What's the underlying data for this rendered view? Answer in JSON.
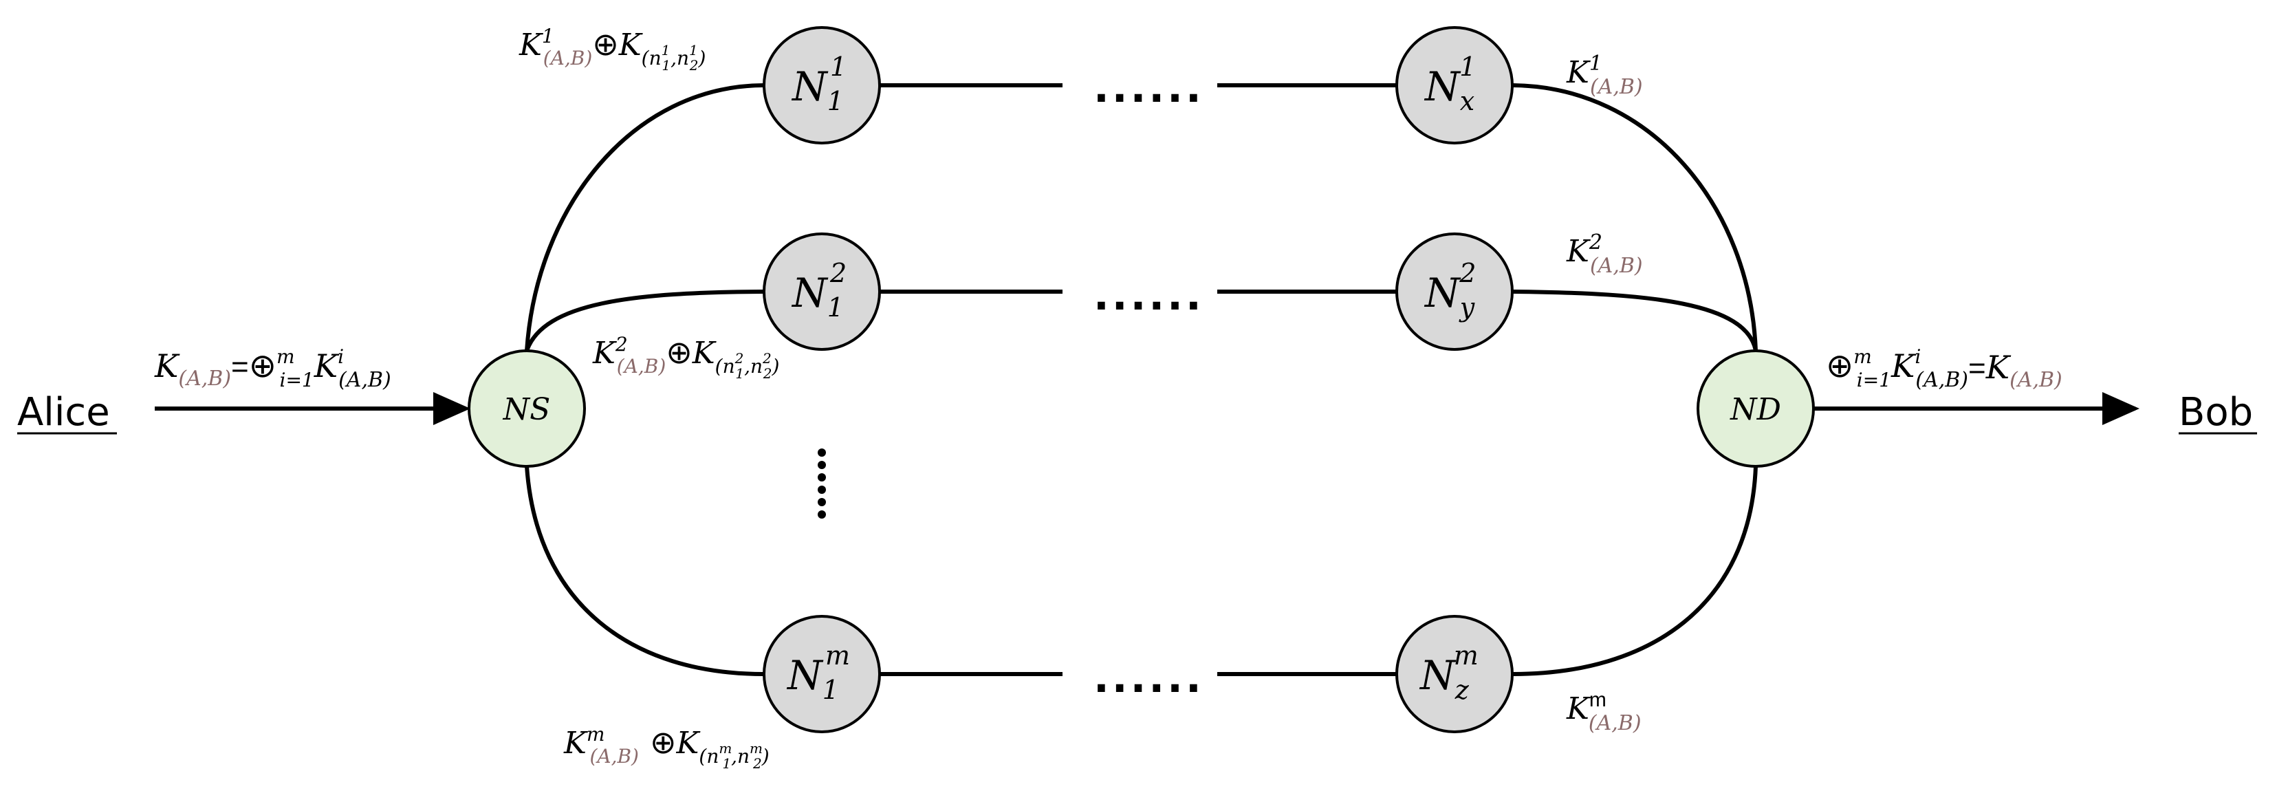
{
  "endpoints": {
    "source": "Alice",
    "destination": "Bob"
  },
  "nodes": {
    "ns": "NS",
    "nd": "ND",
    "n1_1": {
      "base": "N",
      "sup": "1",
      "sub": "1"
    },
    "n1_2": {
      "base": "N",
      "sup": "2",
      "sub": "1"
    },
    "n1_m": {
      "base": "N",
      "sup": "m",
      "sub": "1"
    },
    "nx_1": {
      "base": "N",
      "sup": "1",
      "sub": "x"
    },
    "ny_2": {
      "base": "N",
      "sup": "2",
      "sub": "y"
    },
    "nz_m": {
      "base": "N",
      "sup": "m",
      "sub": "z"
    }
  },
  "ellipsis": {
    "horizontal": "......",
    "vertical": "⋮"
  },
  "labels": {
    "source_key": {
      "k": "K",
      "k_sub": "(A,B)",
      "eq": "=",
      "xor": "⊕",
      "xor_sup": "m",
      "xor_sub": "i=1",
      "ki": "K",
      "ki_sup": "i",
      "ki_sub": "(A,B)"
    },
    "dest_key": {
      "xor": "⊕",
      "xor_sup": "m",
      "xor_sub": "i=1",
      "ki": "K",
      "ki_sup": "i",
      "ki_sub": "(A,B)",
      "eq": "=",
      "k": "K",
      "k_sub": "(A,B)"
    },
    "path1_left": {
      "k": "K",
      "k_sup": "1",
      "k_sub": "(A,B)",
      "xor": "⊕",
      "k2": "K",
      "k2_sub": "(n",
      "k2_sub_a_sup": "1",
      "k2_sub_a": "1",
      "k2_sub_mid": ",n",
      "k2_sub_b_sup": "1",
      "k2_sub_b": "2",
      "k2_sub_end": ")"
    },
    "path2_left": {
      "k": "K",
      "k_sup": "2",
      "k_sub": "(A,B)",
      "xor": "⊕",
      "k2": "K",
      "k2_sub": "(n",
      "k2_sub_a_sup": "2",
      "k2_sub_a": "1",
      "k2_sub_mid": ",n",
      "k2_sub_b_sup": "2",
      "k2_sub_b": "2",
      "k2_sub_end": ")"
    },
    "pathm_left": {
      "k": "K",
      "k_sup": "m",
      "k_sub": "(A,B)",
      "xor": "⊕",
      "k2": "K",
      "k2_sub": "(n",
      "k2_sub_a_sup": "m",
      "k2_sub_a": "1",
      "k2_sub_mid": ",n",
      "k2_sub_b_sup": "m",
      "k2_sub_b": "2",
      "k2_sub_end": ")"
    },
    "path1_right": {
      "k": "K",
      "k_sup": "1",
      "k_sub": "(A,B)"
    },
    "path2_right": {
      "k": "K",
      "k_sup": "2",
      "k_sub": "(A,B)"
    },
    "pathm_right": {
      "k": "K",
      "k_sup": "m",
      "k_sub": "(A,B)"
    }
  },
  "colors": {
    "relay_node_fill": "#d9d9d9",
    "endpoint_node_fill": "#e2f0d9",
    "subscript_accent": "#8a6a6a"
  }
}
